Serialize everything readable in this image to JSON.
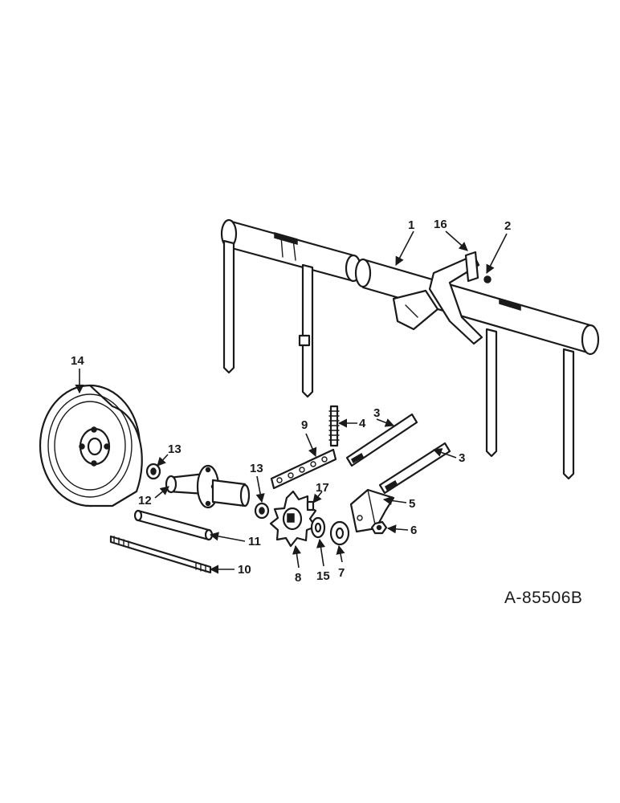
{
  "diagram_id": "A-85506B",
  "callouts": {
    "c1": "1",
    "c2": "2",
    "c3a": "3",
    "c3b": "3",
    "c4": "4",
    "c5": "5",
    "c6": "6",
    "c7": "7",
    "c8": "8",
    "c9": "9",
    "c10": "10",
    "c11": "11",
    "c12": "12",
    "c13a": "13",
    "c13b": "13",
    "c14": "14",
    "c15": "15",
    "c16": "16",
    "c17": "17"
  }
}
